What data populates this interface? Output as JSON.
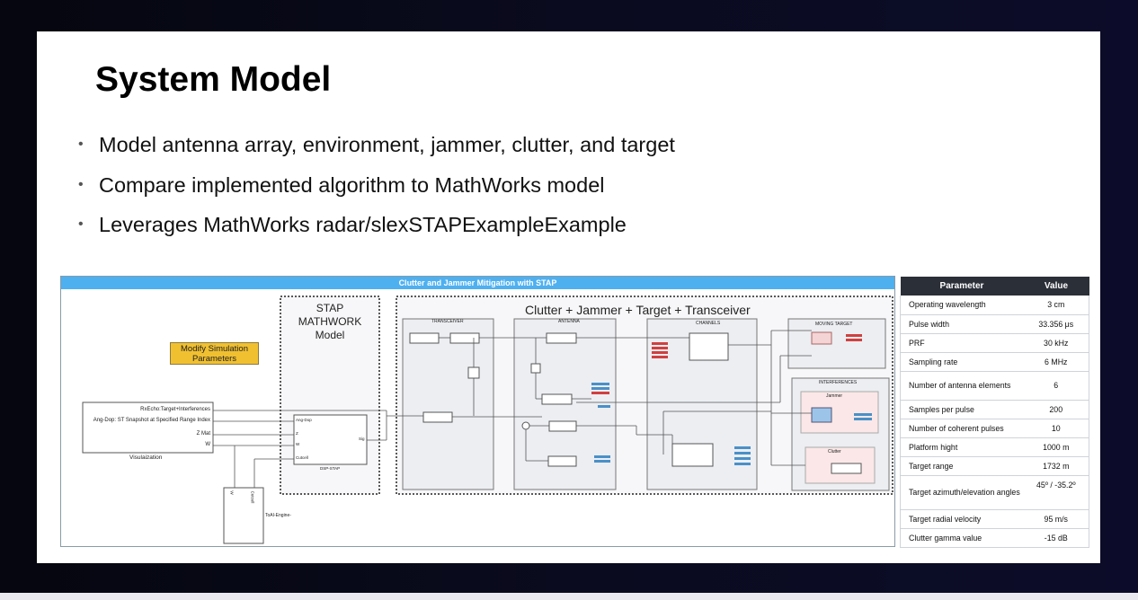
{
  "slide": {
    "title": "System Model",
    "bullets": [
      "Model antenna array, environment, jammer, clutter, and target",
      "Compare implemented algorithm to MathWorks model",
      "Leverages MathWorks radar/slexSTAPExampleExample"
    ]
  },
  "diagram": {
    "banner": "Clutter and Jammer Mitigation with STAP",
    "modify_button": "Modify Simulation Parameters",
    "stap_box_title": "STAP MATHWORK Model",
    "env_title": "Clutter + Jammer + Target + Transceiver",
    "visualization": {
      "ports": [
        "RxEcho:Target+Interferences",
        "Ang-Dop: ST Snapshot at Specified Range Index",
        "Z Mat",
        "W"
      ],
      "label": "Visulaization"
    },
    "dsp_stap": {
      "inputs": [
        "Ang-Dop",
        "Z",
        "W",
        "Cutcell"
      ],
      "output": "Sig",
      "label": "DSP-STAP"
    },
    "toai": {
      "ports": [
        "W",
        "Cutcell"
      ],
      "label": "ToAI-Engine-"
    },
    "sections": {
      "transceiver": "TRANSCEIVER",
      "antenna": "ANTENNA",
      "channels": "CHANNELS",
      "moving_target": "MOVING TARGET",
      "interferences": "INTERFERENCES",
      "jammer": "Jammer",
      "clutter": "Clutter"
    }
  },
  "params_table": {
    "headers": [
      "Parameter",
      "Value"
    ],
    "rows": [
      [
        "Operating wavelength",
        "3 cm"
      ],
      [
        "Pulse width",
        "33.356 μs"
      ],
      [
        "PRF",
        "30 kHz"
      ],
      [
        "Sampling rate",
        "6 MHz"
      ],
      [
        "Number of antenna elements",
        "6"
      ],
      [
        "Samples per pulse",
        "200"
      ],
      [
        "Number of coherent pulses",
        "10"
      ],
      [
        "Platform hight",
        "1000 m"
      ],
      [
        "Target range",
        "1732 m"
      ],
      [
        "Target azimuth/elevation angles",
        "45º / -35.2º"
      ],
      [
        "Target radial velocity",
        "95 m/s"
      ],
      [
        "Clutter gamma value",
        "-15 dB"
      ]
    ]
  },
  "colors": {
    "banner": "#4fb0f0",
    "modify_button": "#f0c030",
    "table_header": "#2b2f38"
  }
}
